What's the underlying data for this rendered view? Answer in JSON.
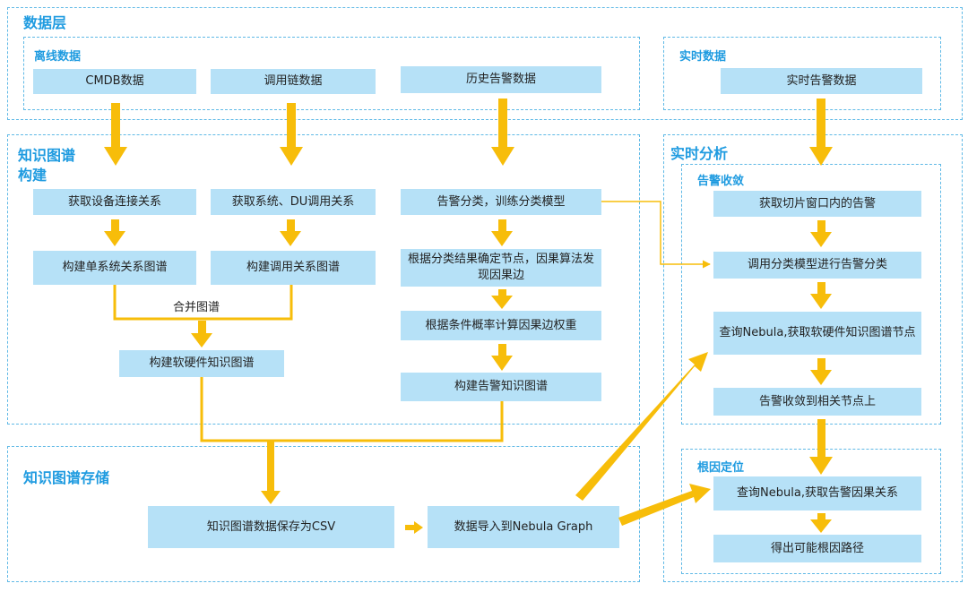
{
  "colors": {
    "accent": "#1f9be0",
    "box_fill": "#b6e1f7",
    "region_border": "#5fb9e6",
    "arrow": "#f7bd0a"
  },
  "sections": {
    "data_layer": "数据层",
    "offline_data": "离线数据",
    "realtime_data": "实时数据",
    "kg_build_1": "知识图谱",
    "kg_build_2": "构建",
    "kg_storage": "知识图谱存储",
    "realtime_analysis": "实时分析",
    "alert_convergence": "告警收敛",
    "root_cause": "根因定位"
  },
  "boxes": {
    "cmdb": "CMDB数据",
    "call_chain": "调用链数据",
    "history_alerts": "历史告警数据",
    "realtime_alerts": "实时告警数据",
    "device_conn": "获取设备连接关系",
    "system_du": "获取系统、DU调用关系",
    "alert_classify": "告警分类，训练分类模型",
    "single_system_graph": "构建单系统关系图谱",
    "call_graph": "构建调用关系图谱",
    "cause_nodes": "根据分类结果确定节点，因果算法发现因果边",
    "edge_weight": "根据条件概率计算因果边权重",
    "hw_sw_graph": "构建软硬件知识图谱",
    "alert_graph": "构建告警知识图谱",
    "save_csv": "知识图谱数据保存为CSV",
    "import_nebula": "数据导入到Nebula Graph",
    "slice_alerts": "获取切片窗口内的告警",
    "call_classify": "调用分类模型进行告警分类",
    "query_nebula_hw": "查询Nebula,获取软硬件知识图谱节点",
    "converge_nodes": "告警收敛到相关节点上",
    "query_nebula_cause": "查询Nebula,获取告警因果关系",
    "root_path": "得出可能根因路径"
  },
  "labels": {
    "merge_graph": "合并图谱"
  }
}
